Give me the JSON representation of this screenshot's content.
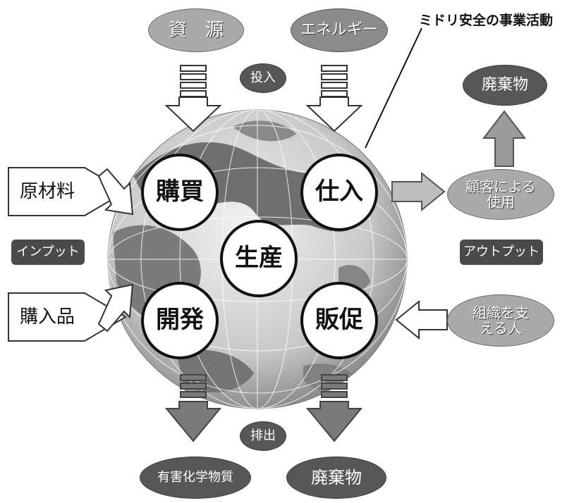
{
  "inputs": {
    "resources": "資　源",
    "energy": "エネルギー",
    "injection": "投入",
    "raw_materials": "原材料",
    "purchased_parts": "購入品",
    "input_tag": "インプット"
  },
  "activity_label": "ミドリ安全の事業活動",
  "activities": {
    "purchasing": "購買",
    "procurement": "仕入",
    "production": "生産",
    "development": "開発",
    "sales_promotion": "販促"
  },
  "outputs": {
    "output_tag": "アウトプット",
    "waste_top": "廃棄物",
    "customer_use": "顧客による\n使用",
    "supporting_people": "組織を支\nえる人",
    "discharge": "排出",
    "hazardous_chemicals": "有害化学物質",
    "waste_bottom": "廃棄物"
  }
}
